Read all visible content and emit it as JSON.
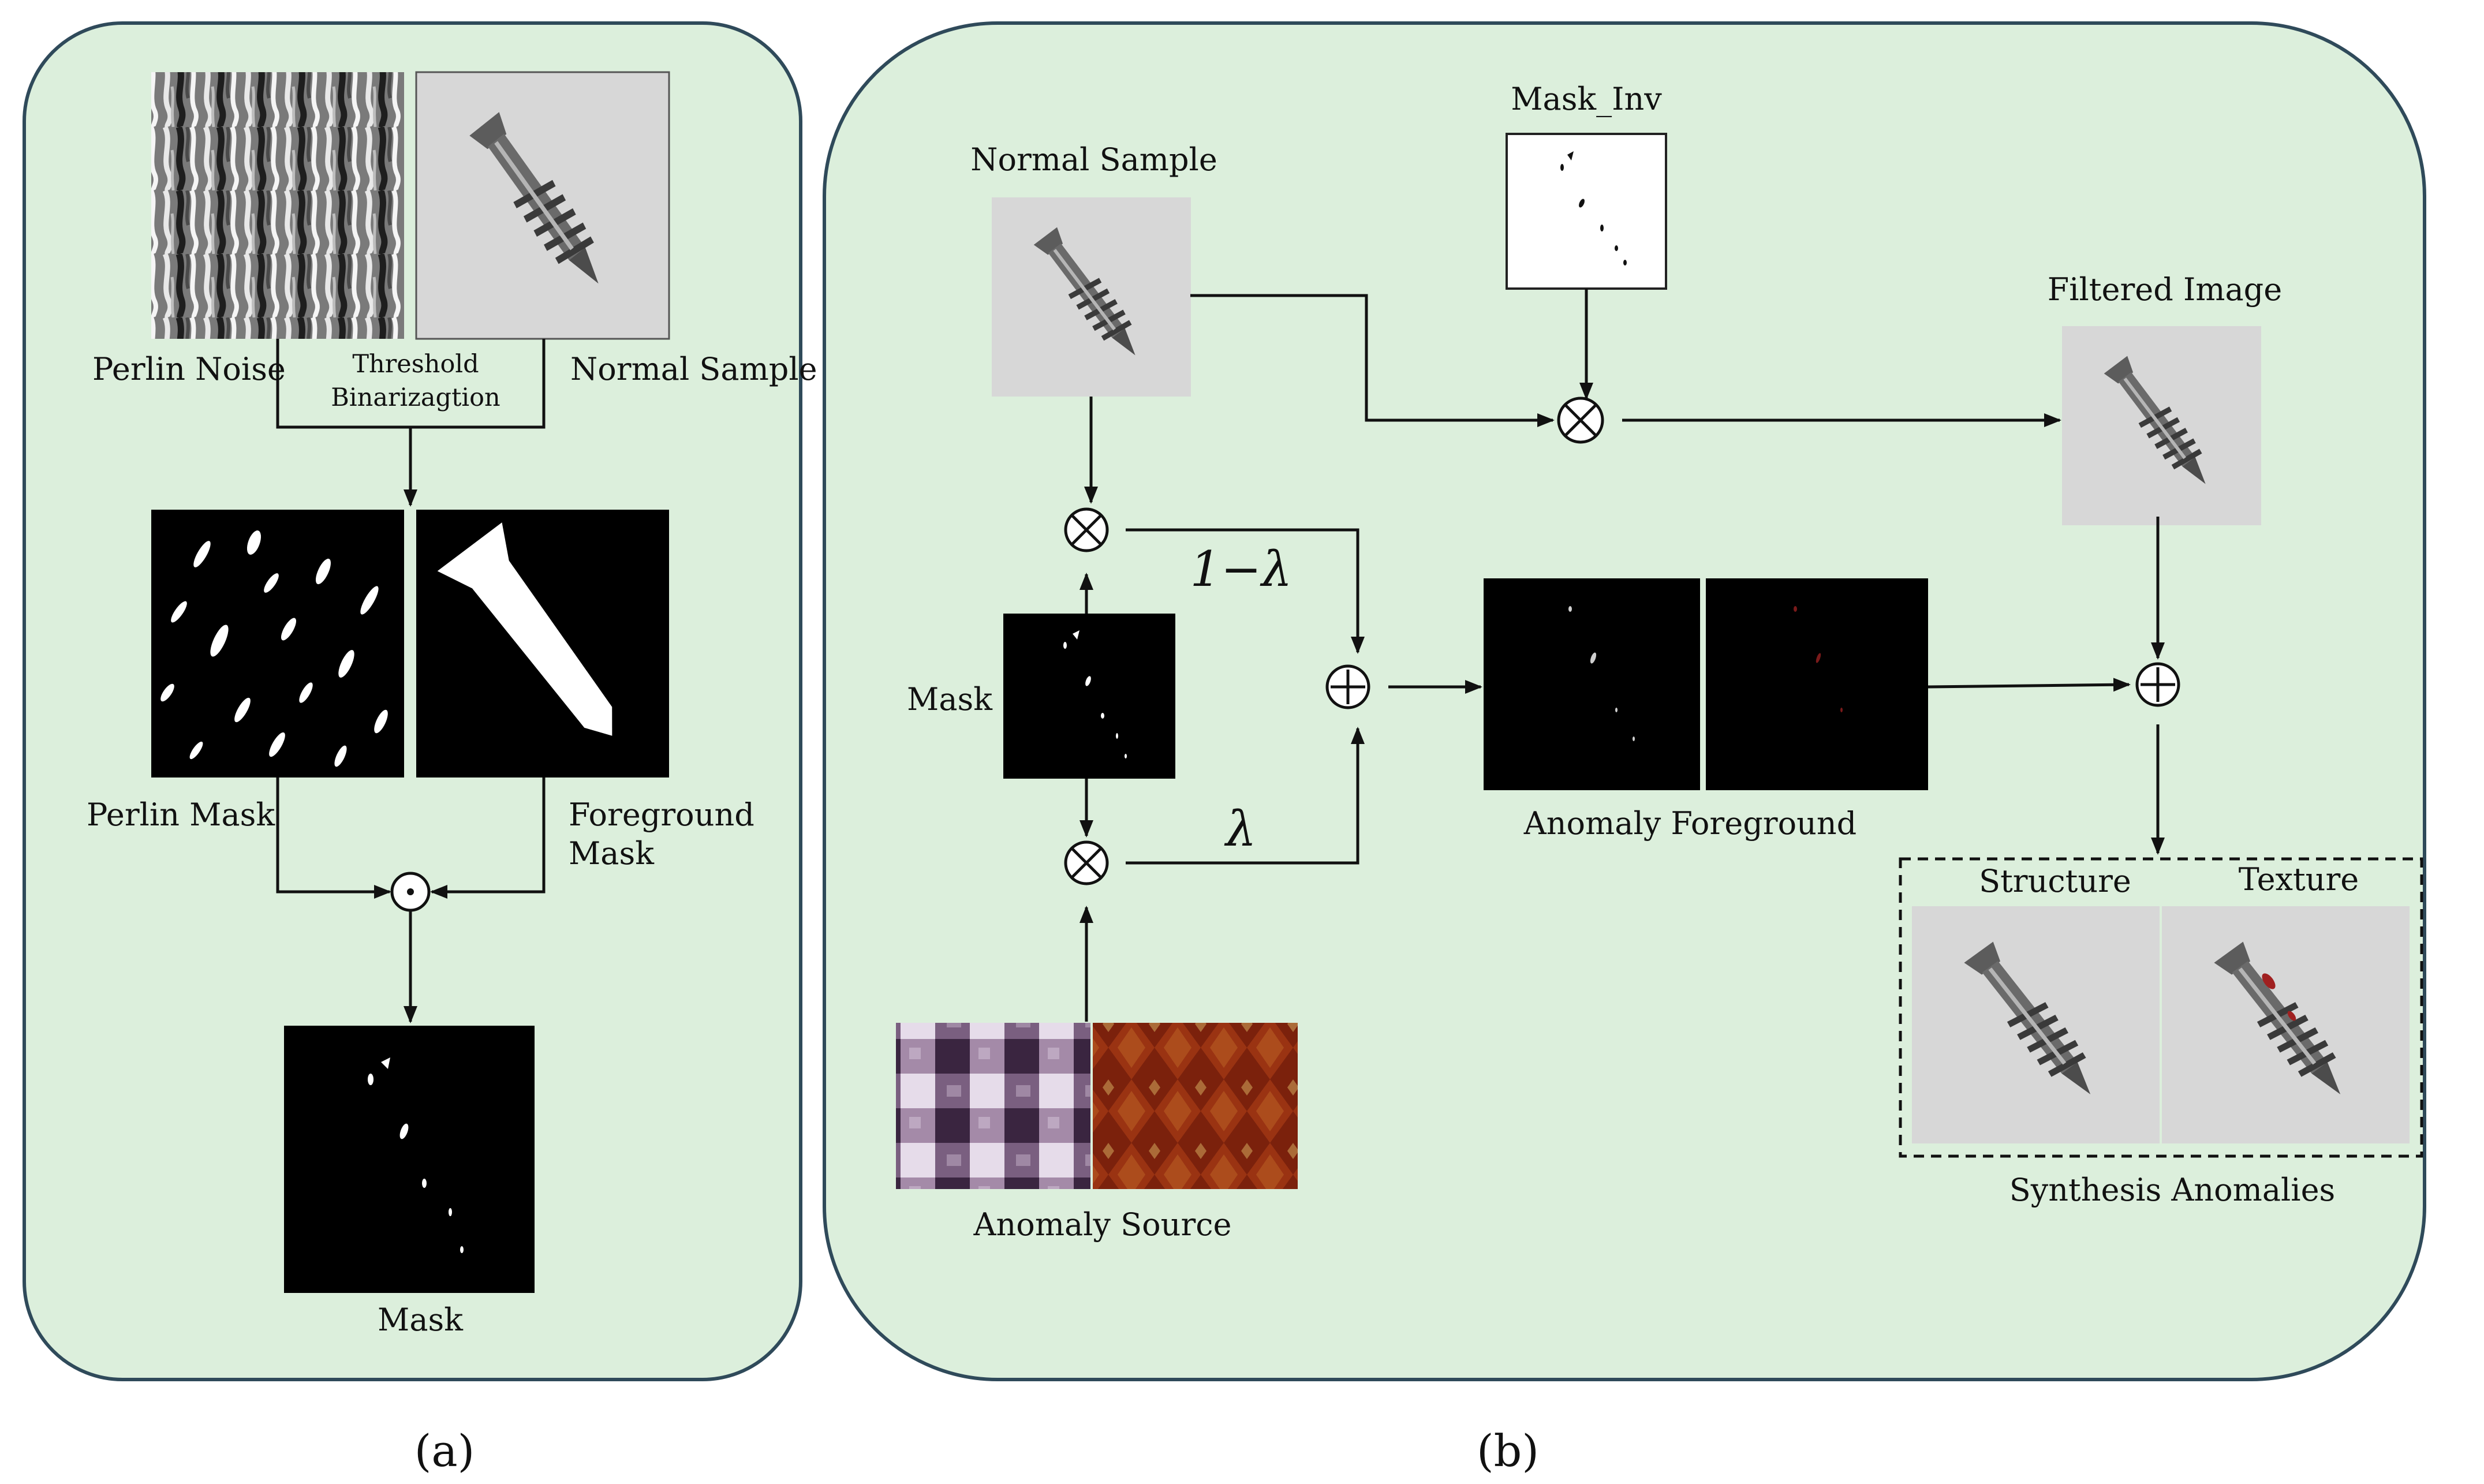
{
  "panel_a": {
    "label": "(a)",
    "perlin_noise_label": "Perlin Noise",
    "normal_sample_label": "Normal Sample",
    "threshold_line1": "Threshold",
    "threshold_line2": "Binarizagtion",
    "perlin_mask_label": "Perlin Mask",
    "foreground_mask_line1": "Foreground",
    "foreground_mask_line2": "Mask",
    "mask_label": "Mask"
  },
  "panel_b": {
    "label": "(b)",
    "normal_sample_label": "Normal Sample",
    "mask_inv_label": "Mask_Inv",
    "filtered_image_label": "Filtered Image",
    "mask_label": "Mask",
    "one_minus_lambda": "1−λ",
    "lambda": "λ",
    "anomaly_foreground_label": "Anomaly Foreground",
    "anomaly_source_label": "Anomaly Source",
    "structure_label": "Structure",
    "texture_label": "Texture",
    "synthesis_label": "Synthesis Anomalies"
  },
  "colors": {
    "panel_fill": "#dcefdc",
    "panel_stroke": "#2f4a5a",
    "mask_black": "#000000",
    "sample_gray": "#d4d4d4",
    "texture_purple": "#8a6d8e",
    "texture_red": "#8a2a10"
  },
  "icons": {
    "multiply": "circled-times-icon",
    "add": "circled-plus-icon",
    "elementwise": "circled-dot-icon"
  }
}
